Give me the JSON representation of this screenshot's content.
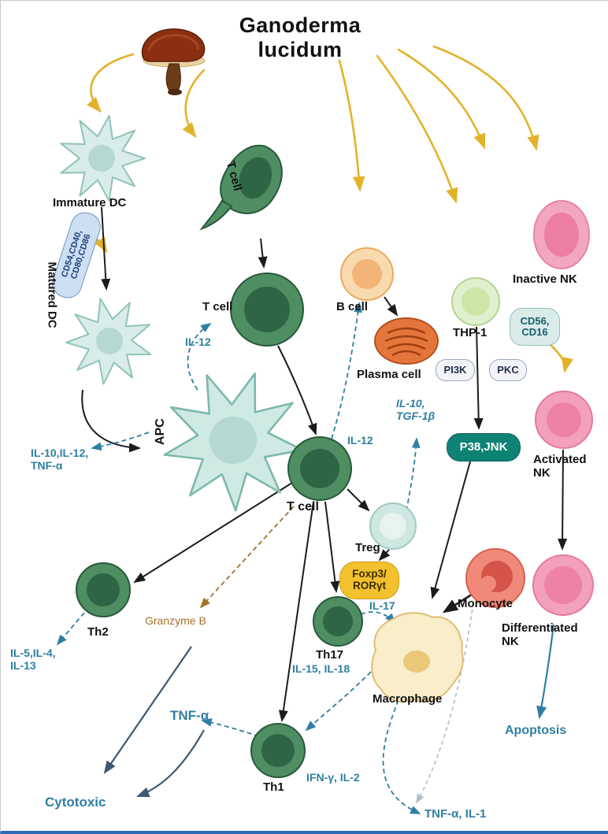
{
  "title": "Ganoderma\nlucidum",
  "cells": {
    "immature_dc": "Immature DC",
    "matured_dc": "Matured DC",
    "t_cell_top": "T cell",
    "t_cell_mid": "T cell",
    "apc": "APC",
    "b_cell": "B cell",
    "plasma_cell": "Plasma cell",
    "thp1": "THP-1",
    "inactive_nk": "Inactive NK",
    "activated_nk": "Activated\nNK",
    "t_cell_center": "T cell",
    "treg": "Treg",
    "monocyte": "Monocyte",
    "differentiated_nk": "Differentiated\nNK",
    "th2": "Th2",
    "th17": "Th17",
    "th1": "Th1",
    "macrophage": "Macrophage"
  },
  "markers": {
    "cd_maturation": "CD54,CD40,\nCD80,CD86",
    "cd56_cd16": "CD56,\nCD16",
    "pi3k": "PI3K",
    "pkc": "PKC",
    "p38_jnk": "P38,JNK",
    "foxp3_roryt": "Foxp3/\nRORγt"
  },
  "cytokines": {
    "il12_apc_tcell": "IL-12",
    "il12_tcell_bcell": "IL-12",
    "il10_il12_tnfa": "IL-10,IL-12,\nTNF-α",
    "il10_tgf1b": "IL-10,\nTGF-1β",
    "il5_il4_il13": "IL-5,IL-4,\nIL-13",
    "granzyme_b": "Granzyme B",
    "il17": "IL-17",
    "il15_il18": "IL-15, IL-18",
    "tnfa": "TNF-α",
    "ifng_il2": "IFN-γ, IL-2",
    "tnfa_il1": "TNF-α, IL-1"
  },
  "outcomes": {
    "cytotoxic": "Cytotoxic",
    "apoptosis": "Apoptosis"
  },
  "colors": {
    "arrow_yellow": "#e2b32a",
    "arrow_black": "#1c1c1c",
    "cytokine_teal": "#2f7fa2",
    "granzyme_brown": "#a5702a",
    "tcell_green": "#4f8d63",
    "nk_pink": "#f3a0ba",
    "dc_teal": "#d8ece8",
    "macrophage_cream": "#f9edca",
    "p38_box": "#0f8276",
    "foxp3_yellow": "#f3c12d"
  }
}
